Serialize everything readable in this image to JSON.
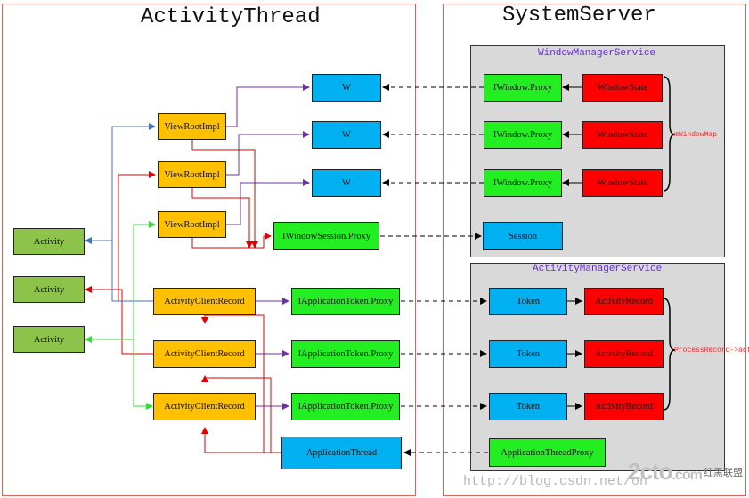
{
  "panels": {
    "left_title": "ActivityThread",
    "right_title": "SystemServer"
  },
  "services": {
    "wms_title": "WindowManagerService",
    "ams_title": "ActivityManagerService"
  },
  "activities": [
    "Activity",
    "Activity",
    "Activity"
  ],
  "view_root_impls": [
    "ViewRootImpl",
    "ViewRootImpl",
    "ViewRootImpl"
  ],
  "w_nodes": [
    "W",
    "W",
    "W"
  ],
  "iwindow_proxies": [
    "IWindow.Proxy",
    "IWindow.Proxy",
    "IWindow.Proxy"
  ],
  "window_states": [
    "WindowState",
    "WindowState",
    "WindowState"
  ],
  "iwindow_session_proxy": "IWindowSession.Proxy",
  "session": "Session",
  "activity_client_records": [
    "ActivityClientRecord",
    "ActivityClientRecord",
    "ActivityClientRecord"
  ],
  "app_token_proxies": [
    "IApplicationToken.Proxy",
    "IApplicationToken.Proxy",
    "IApplicationToken.Proxy"
  ],
  "tokens": [
    "Token",
    "Token",
    "Token"
  ],
  "activity_records": [
    "ActivityRecord",
    "ActivityRecord",
    "ActivityRecord"
  ],
  "application_thread": "ApplicationThread",
  "application_thread_proxy": "ApplicationThreadProxy",
  "labels": {
    "m_window_map": "mWindowMap",
    "process_record": "ProcessRecord->acti"
  },
  "watermark": {
    "logo": "2cto",
    "logo_suffix": ".com",
    "url": "http://blog.csdn.net/on",
    "site_cn": "红黑联盟"
  },
  "colors": {
    "activity": "#8dc24b",
    "view_root_impl": "#ffc000",
    "blue_node": "#00b0f0",
    "proxy_green": "#22ee22",
    "record_red": "#ff0000",
    "service_bg": "#d9d9d9",
    "panel_border": "#e06060",
    "service_title": "#6a2bd8"
  }
}
